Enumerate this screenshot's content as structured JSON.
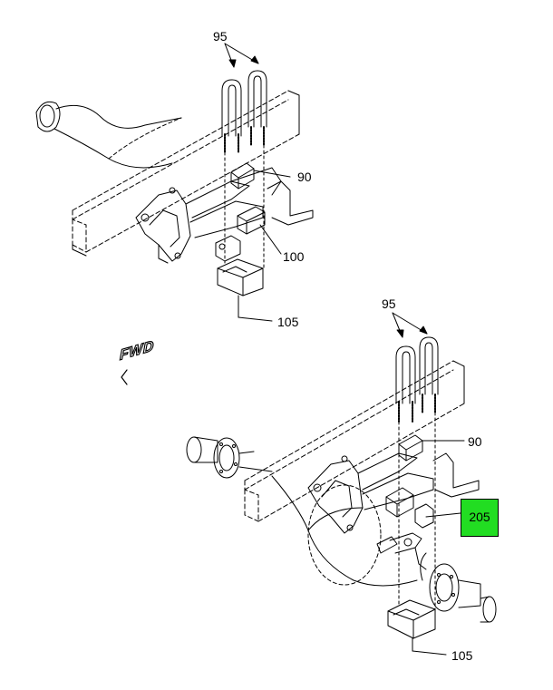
{
  "callouts": {
    "top_95": "95",
    "top_90": "90",
    "top_100": "100",
    "top_105": "105",
    "bottom_95": "95",
    "bottom_90": "90",
    "bottom_205": "205",
    "bottom_105": "105"
  },
  "direction_label": "FWD",
  "highlight_color": "#22dd22"
}
